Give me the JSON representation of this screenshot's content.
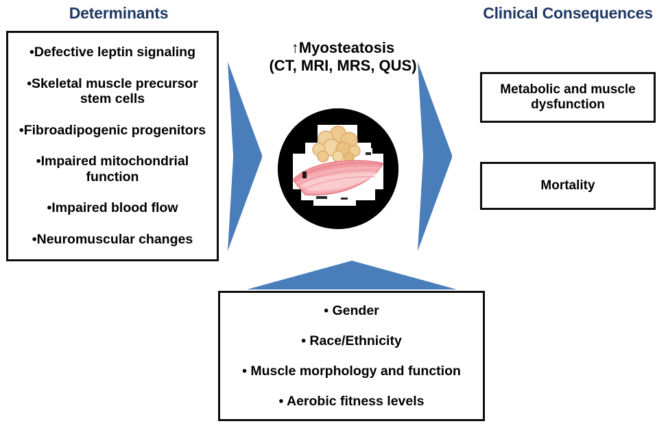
{
  "headings": {
    "left": "Determinants",
    "right": "Clinical Consequences"
  },
  "center": {
    "title_line1": "↑Myosteatosis",
    "title_line2": "(CT, MRI, MRS, QUS)",
    "image_alt": "myosteatosis-muscle-illustration"
  },
  "determinants": {
    "items": [
      "•Defective leptin signaling",
      "•Skeletal muscle precursor stem cells",
      "•Fibroadipogenic progenitors",
      "•Impaired mitochondrial function",
      "•Impaired blood flow",
      "•Neuromuscular changes"
    ]
  },
  "consequences": {
    "metabolic": "Metabolic and muscle dysfunction",
    "mortality": "Mortality"
  },
  "modifiers": {
    "items": [
      "•   Gender",
      "•   Race/Ethnicity",
      "•   Muscle morphology and function",
      "•   Aerobic fitness levels"
    ]
  },
  "colors": {
    "heading_navy": "#1F3864",
    "arrow_blue": "#4A7EBB",
    "box_border": "#0D0D0D",
    "circle_background": "#000000",
    "muscle_pink": "#F2808A",
    "fat_tan": "#EFCC96"
  }
}
